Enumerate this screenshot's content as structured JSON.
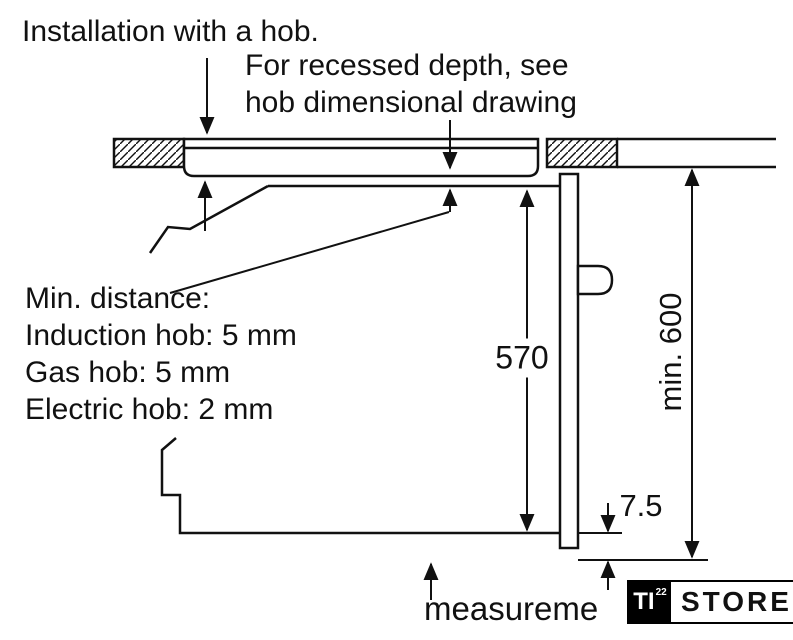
{
  "page": {
    "title": "Installation with a hob."
  },
  "notes": {
    "recessed": {
      "line1": "For recessed depth, see",
      "line2": "hob dimensional drawing"
    },
    "min_distance": {
      "heading": "Min. distance:",
      "lines": [
        "Induction hob: 5 mm",
        "Gas hob: 5 mm",
        "Electric hob: 2 mm"
      ]
    },
    "measurement": "measureme"
  },
  "dimensions": {
    "oven_niche_height_mm": "570",
    "min_clearance_height": "min. 600",
    "bottom_gap_mm": "7.5"
  },
  "logo": {
    "brand": "TI",
    "superscript": "22",
    "store": "STORE"
  },
  "colors": {
    "line": "#111111",
    "background": "#ffffff"
  }
}
